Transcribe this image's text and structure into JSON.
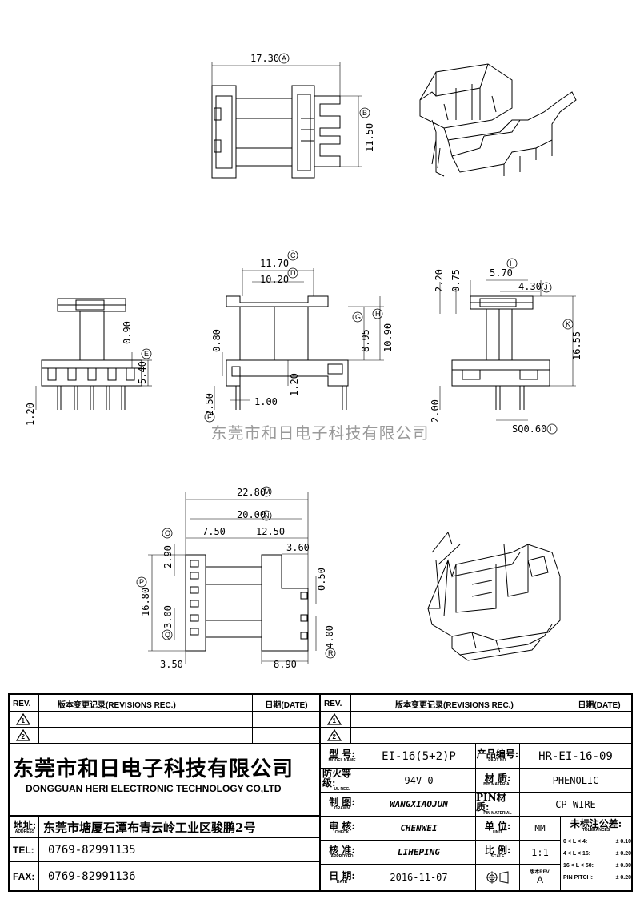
{
  "watermark": "东莞市和日电子科技有限公司",
  "dimensions": {
    "top_width": "17.30",
    "top_width_tag": "A",
    "top_height": "11.50",
    "top_height_tag": "B",
    "d_0_90": "0.90",
    "d_5_40": "5.40",
    "tag_E": "E",
    "d_1_20_left": "1.20",
    "d_11_70": "11.70",
    "tag_C": "C",
    "d_10_20": "10.20",
    "tag_D": "D",
    "d_0_80": "0.80",
    "d_8_95": "8.95",
    "tag_G": "G",
    "d_10_90": "10.90",
    "tag_H": "H",
    "d_1_20_mid": "1.20",
    "d_2_50": "2.50",
    "d_1_00": "1.00",
    "tag_F": "F",
    "d_2_20": "2.20",
    "d_0_75": "0.75",
    "d_5_70": "5.70",
    "tag_I": "I",
    "d_4_30": "4.30",
    "tag_J": "J",
    "d_16_55": "16.55",
    "tag_K": "K",
    "d_2_00": "2.00",
    "sq": "SQ0.60",
    "tag_L": "L",
    "d_22_80": "22.80",
    "tag_M": "M",
    "d_20_00": "20.00",
    "tag_N": "N",
    "d_7_50": "7.50",
    "d_12_50": "12.50",
    "tag_O": "O",
    "d_2_90": "2.90",
    "d_3_60": "3.60",
    "d_16_80": "16.80",
    "tag_P": "P",
    "d_0_50": "0.50",
    "d_3_00": "3.00",
    "tag_Q": "Q",
    "d_4_00": "4.00",
    "tag_R": "R",
    "d_3_50": "3.50",
    "d_8_90": "8.90"
  },
  "title_block": {
    "rev_label": "REV.",
    "rev_rec": "版本变更记录(REVISIONS REC.)",
    "date": "日期(DATE)",
    "rev_marks": [
      "1",
      "2"
    ],
    "company_cn": "东莞市和日电子科技有限公司",
    "company_en": "DONGGUAN HERI ELECTRONIC TECHNOLOGY CO,LTD",
    "address_label_cn": "地址:",
    "address_label_en": "ADDRESS",
    "address": "东莞市塘厦石潭布青云岭工业区骏鹏2号",
    "tel_label": "TEL:",
    "tel": "0769-82991135",
    "fax_label": "FAX:",
    "fax": "0769-82991136",
    "model_cn": "型 号:",
    "model_en": "MODEL NAME",
    "model": "EI-16(5+2)P",
    "part_cn": "产品编号:",
    "part_en": "PART NO.",
    "part": "HR-EI-16-09",
    "ul_cn": "防火等级:",
    "ul_en": "UL REC.",
    "ul": "94V-0",
    "bmat_cn": "材 质:",
    "bmat_en": "B/B MATERIAL",
    "bmat": "PHENOLIC",
    "drawn_cn": "制 图:",
    "drawn_en": "DRAWN",
    "drawn": "WANGXIAOJUN",
    "pin_cn": "PIN材质:",
    "pin_en": "PIN MATERIAL",
    "pin": "CP-WIRE",
    "check_cn": "审 核:",
    "check_en": "CHECK",
    "check": "CHENWEI",
    "unit_cn": "单 位:",
    "unit_en": "UNIT",
    "unit": "MM",
    "tol_cn": "未标注公差:",
    "tol_en": "TOLERANCES",
    "approved_cn": "核 准:",
    "approved_en": "APPROVED",
    "approved": "LIHEPING",
    "scale_cn": "比 例:",
    "scale_en": "SCALE",
    "scale": "1:1",
    "tol_rows": [
      {
        "range": "0 < L < 4:",
        "val": "± 0.10"
      },
      {
        "range": "4 < L < 16:",
        "val": "± 0.20"
      },
      {
        "range": "16 < L < 50:",
        "val": "± 0.30"
      },
      {
        "range": "PIN PITCH:",
        "val": "± 0.20"
      }
    ],
    "date_cn": "日 期:",
    "date_en": "DATE",
    "date_val": "2016-11-07",
    "rev2_label": "版本REV.",
    "rev2": "A"
  }
}
